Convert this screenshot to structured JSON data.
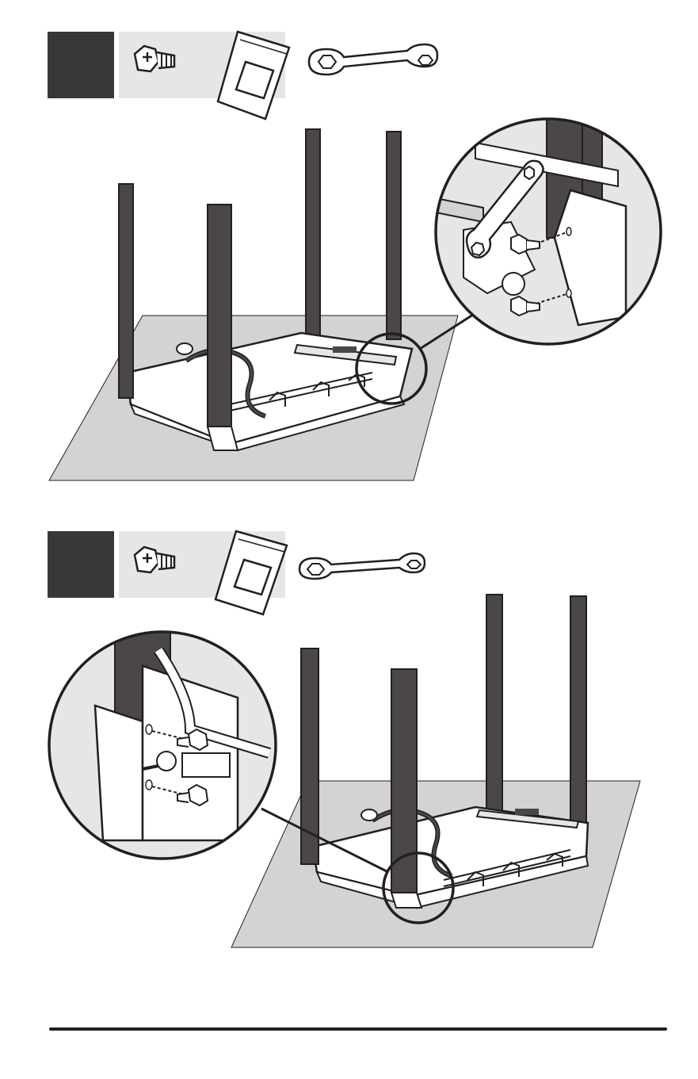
{
  "steps": [
    {
      "id": "step-1",
      "parts": [
        "bolt-icon",
        "hardware-bag-icon",
        "wrench-icon"
      ],
      "detail_callout": "zoom-right"
    },
    {
      "id": "step-2",
      "parts": [
        "bolt-icon",
        "hardware-bag-icon",
        "wrench-icon"
      ],
      "detail_callout": "zoom-left"
    }
  ],
  "colors": {
    "badge": "#3a3836",
    "parts_strip": "#e6e6e6",
    "floor_mat": "#d3d3d3",
    "leg": "#4b4746",
    "outline": "#231f20",
    "frame": "#ffffff"
  }
}
